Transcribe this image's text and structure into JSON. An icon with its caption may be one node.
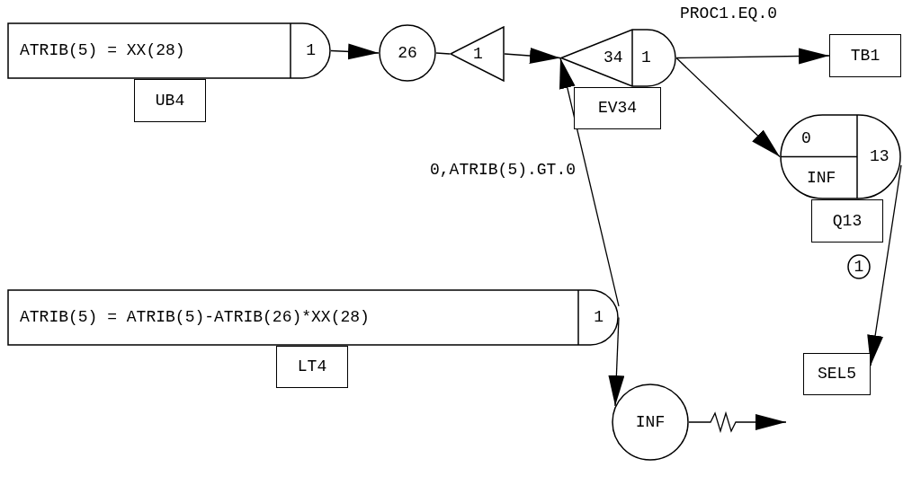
{
  "diagram": {
    "nodes": [
      {
        "text": [
          "ATRIB(5) = XX(28)",
          "1"
        ]
      },
      {
        "text": [
          "UB4"
        ]
      },
      {
        "text": [
          "26"
        ]
      },
      {
        "text": [
          "1"
        ]
      },
      {
        "text": [
          "34",
          "1"
        ]
      },
      {
        "text": [
          "EV34"
        ]
      },
      {
        "text": [
          "TB1"
        ]
      },
      {
        "text": [
          "0",
          "INF",
          "13"
        ]
      },
      {
        "text": [
          "Q13"
        ]
      },
      {
        "text": [
          "1"
        ]
      },
      {
        "text": [
          "ATRIB(5) = ATRIB(5)-ATRIB(26)*XX(28)",
          "1"
        ]
      },
      {
        "text": [
          "LT4"
        ]
      },
      {
        "text": [
          "SEL5"
        ]
      },
      {
        "text": [
          "INF"
        ]
      }
    ],
    "edges": [
      {
        "from": 0,
        "to": 2,
        "arrow": "to"
      },
      {
        "from": 2,
        "to": 3,
        "arrow": "none"
      },
      {
        "from": 3,
        "to": 4,
        "arrow": "to"
      },
      {
        "from": 4,
        "to": 6,
        "arrow": "to",
        "label": "PROC1.EQ.0"
      },
      {
        "from": 4,
        "to": 7,
        "arrow": "to"
      },
      {
        "from": 10,
        "to": 4,
        "arrow": "to",
        "label": "0,ATRIB(5).GT.0"
      },
      {
        "from": 10,
        "to": 13,
        "arrow": "to"
      },
      {
        "from": 7,
        "to": 12,
        "arrow": "to"
      },
      {
        "from": 13,
        "to": null,
        "arrow": "to"
      }
    ]
  }
}
